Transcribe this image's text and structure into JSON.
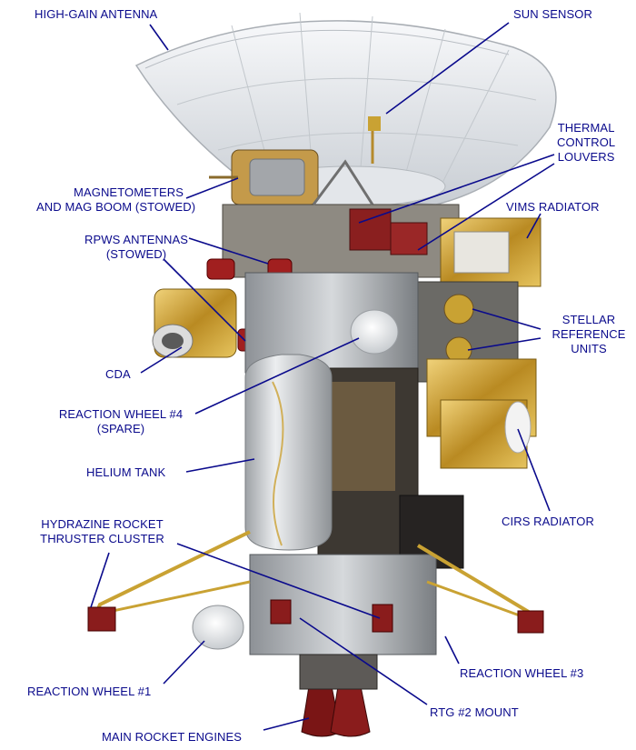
{
  "labels": {
    "high_gain_antenna": "HIGH-GAIN ANTENNA",
    "sun_sensor": "SUN SENSOR",
    "thermal_control_louvers": [
      "THERMAL",
      "CONTROL",
      "LOUVERS"
    ],
    "magnetometers": [
      "MAGNETOMETERS",
      "AND MAG BOOM (STOWED)"
    ],
    "vims_radiator": "VIMS RADIATOR",
    "rpws_antennas": [
      "RPWS ANTENNAS",
      "(STOWED)"
    ],
    "stellar_reference_units": [
      "STELLAR",
      "REFERENCE",
      "UNITS"
    ],
    "cda": "CDA",
    "reaction_wheel_4": [
      "REACTION WHEEL #4",
      "(SPARE)"
    ],
    "helium_tank": "HELIUM TANK",
    "cirs_radiator": "CIRS RADIATOR",
    "hydrazine_thruster": [
      "HYDRAZINE ROCKET",
      "THRUSTER CLUSTER"
    ],
    "reaction_wheel_3": "REACTION WHEEL #3",
    "reaction_wheel_1": "REACTION WHEEL #1",
    "rtg_2_mount": "RTG #2 MOUNT",
    "main_rocket_engines": "MAIN ROCKET ENGINES"
  },
  "colors": {
    "label_text": "#0a0a8c",
    "antenna_white": "#eef1f4",
    "gold_foil": "#c9a233",
    "silver_body": "#c7cacd",
    "dark_bus": "#3a3530",
    "thruster_red": "#8a1c1c"
  }
}
